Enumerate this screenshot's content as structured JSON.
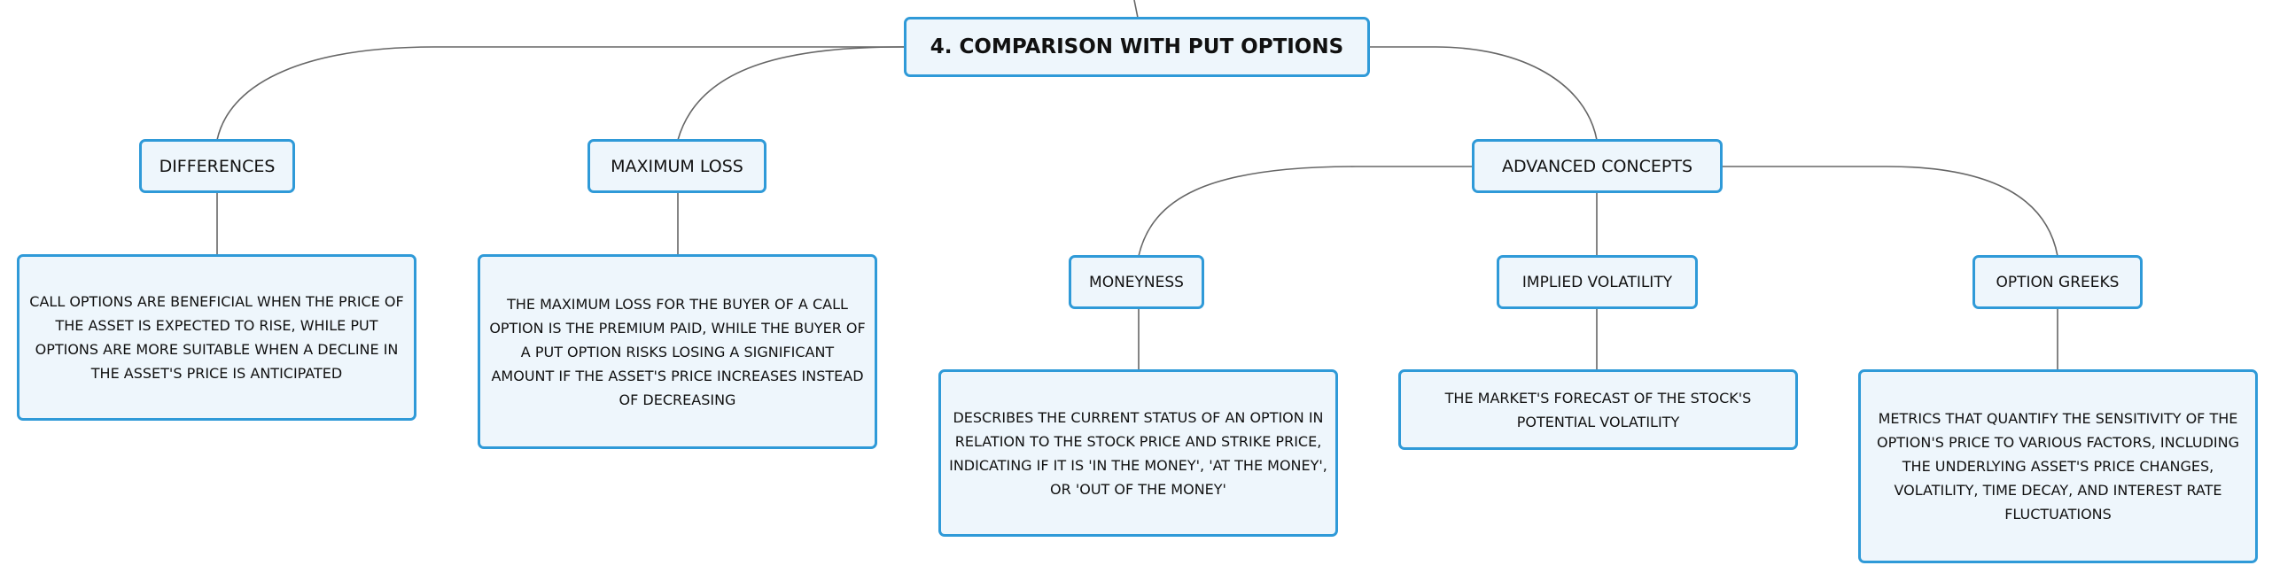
{
  "root": {
    "label": "4. COMPARISON WITH PUT OPTIONS"
  },
  "differences": {
    "label": "DIFFERENCES",
    "description": "CALL OPTIONS ARE BENEFICIAL WHEN THE PRICE OF THE ASSET IS EXPECTED TO RISE, WHILE PUT OPTIONS ARE MORE SUITABLE WHEN A DECLINE IN THE ASSET'S PRICE IS ANTICIPATED"
  },
  "maximum_loss": {
    "label": "MAXIMUM LOSS",
    "description": "THE MAXIMUM LOSS FOR THE BUYER OF A CALL OPTION IS THE PREMIUM PAID, WHILE THE BUYER OF A PUT OPTION RISKS LOSING A SIGNIFICANT AMOUNT IF THE ASSET'S PRICE INCREASES INSTEAD OF DECREASING"
  },
  "advanced_concepts": {
    "label": "ADVANCED CONCEPTS",
    "moneyness": {
      "label": "MONEYNESS",
      "description": "DESCRIBES THE CURRENT STATUS OF AN OPTION IN RELATION TO THE STOCK PRICE AND STRIKE PRICE, INDICATING IF IT IS 'IN THE MONEY', 'AT THE MONEY', OR 'OUT OF THE MONEY'"
    },
    "implied_volatility": {
      "label": "IMPLIED VOLATILITY",
      "description": "THE MARKET'S FORECAST OF THE STOCK'S POTENTIAL VOLATILITY"
    },
    "option_greeks": {
      "label": "OPTION GREEKS",
      "description": "METRICS THAT QUANTIFY THE SENSITIVITY OF THE OPTION'S PRICE TO VARIOUS FACTORS, INCLUDING THE UNDERLYING ASSET'S PRICE CHANGES, VOLATILITY, TIME DECAY, AND INTEREST RATE FLUCTUATIONS"
    }
  },
  "colors": {
    "node_border": "#2f9ad8",
    "node_fill": "#eef6fc",
    "connector": "#666666",
    "text": "#111111"
  }
}
